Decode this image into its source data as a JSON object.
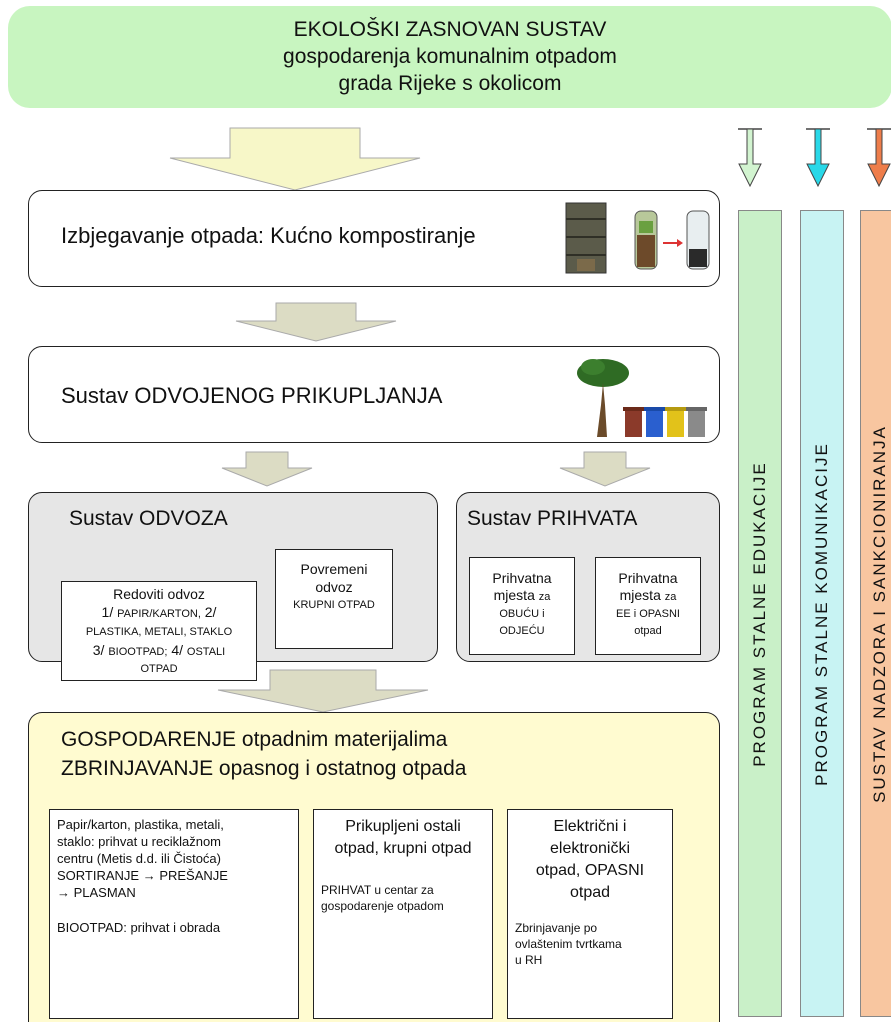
{
  "title": {
    "line1": "EKOLOŠKI ZASNOVAN SUSTAV",
    "line2": "gospodarenja komunalnim otpadom",
    "line3": "grada Rijeke s okolicom"
  },
  "avoidance": {
    "label": "Izbjegavanje otpada: Kućno kompostiranje"
  },
  "separate": {
    "label": "Sustav ODVOJENOG PRIKUPLJANJA"
  },
  "odvoz": {
    "title": "Sustav ODVOZA",
    "regular": {
      "head": "Redoviti odvoz",
      "l1a": "1/",
      "l1b": "PAPIR/KARTON,",
      "l1c": "2/",
      "l2": "PLASTIKA, METALI, STAKLO",
      "l3a": "3/",
      "l3b": "BIOOTPAD;",
      "l3c": "4/",
      "l3d": "OSTALI",
      "l4": "OTPAD"
    },
    "occasional": {
      "l1": "Povremeni",
      "l2": "odvoz",
      "l3": "KRUPNI OTPAD"
    }
  },
  "prihvat": {
    "title": "Sustav PRIHVATA",
    "a": {
      "l1": "Prihvatna",
      "l2a": "mjesta",
      "l2b": "za",
      "l3": "OBUĆU i",
      "l4": "ODJEĆU"
    },
    "b": {
      "l1": "Prihvatna",
      "l2a": "mjesta",
      "l2b": "za",
      "l3": "EE i OPASNI",
      "l4": "otpad"
    }
  },
  "management": {
    "line1a": "GOSPODARENJE",
    "line1b": "otpadnim materijalima",
    "line2a": "ZBRINJAVANJE",
    "line2b": "opasnog i ostatnog otpada",
    "col1": {
      "l1": "Papir/karton, plastika, metali,",
      "l2": "staklo: prihvat u reciklažnom",
      "l3": "centru (Metis d.d. ili Čistoća)",
      "l4": "SORTIRANJE → PREŠANJE",
      "l5": "→ PLASMAN",
      "l6a": "BIOOTPAD:",
      "l6b": "prihvat i obrada"
    },
    "col2": {
      "h1": "Prikupljeni ostali",
      "h2": "otpad, krupni otpad",
      "t1": "PRIHVAT u centar za",
      "t2": "gospodarenje otpadom"
    },
    "col3": {
      "h1": "Električni i",
      "h2": "elektronički",
      "h3": "otpad, OPASNI",
      "h4": "otpad",
      "t1": "Zbrinjavanje po",
      "t2": "ovlaštenim tvrtkama",
      "t3": "u RH"
    }
  },
  "programs": {
    "education": "PROGRAM STALNE EDUKACIJE",
    "communication": "PROGRAM STALNE KOMUNIKACIJE",
    "supervision": "SUSTAV NADZORA I SANKCIONIRANJA"
  },
  "colors": {
    "title_bg": "#c8f5c0",
    "education": "#c9f0c8",
    "communication": "#c8f3f3",
    "supervision": "#f8c6a0",
    "grey_box": "#e6e6e6",
    "yellow_box": "#fffbd0",
    "arrow_fill": "#f4f4c2",
    "arrow_grey": "#dcdcc4"
  },
  "icons": [
    "compost-bin-icon",
    "bottle-compost-icon",
    "tree-icon",
    "recycling-bins-icon"
  ]
}
